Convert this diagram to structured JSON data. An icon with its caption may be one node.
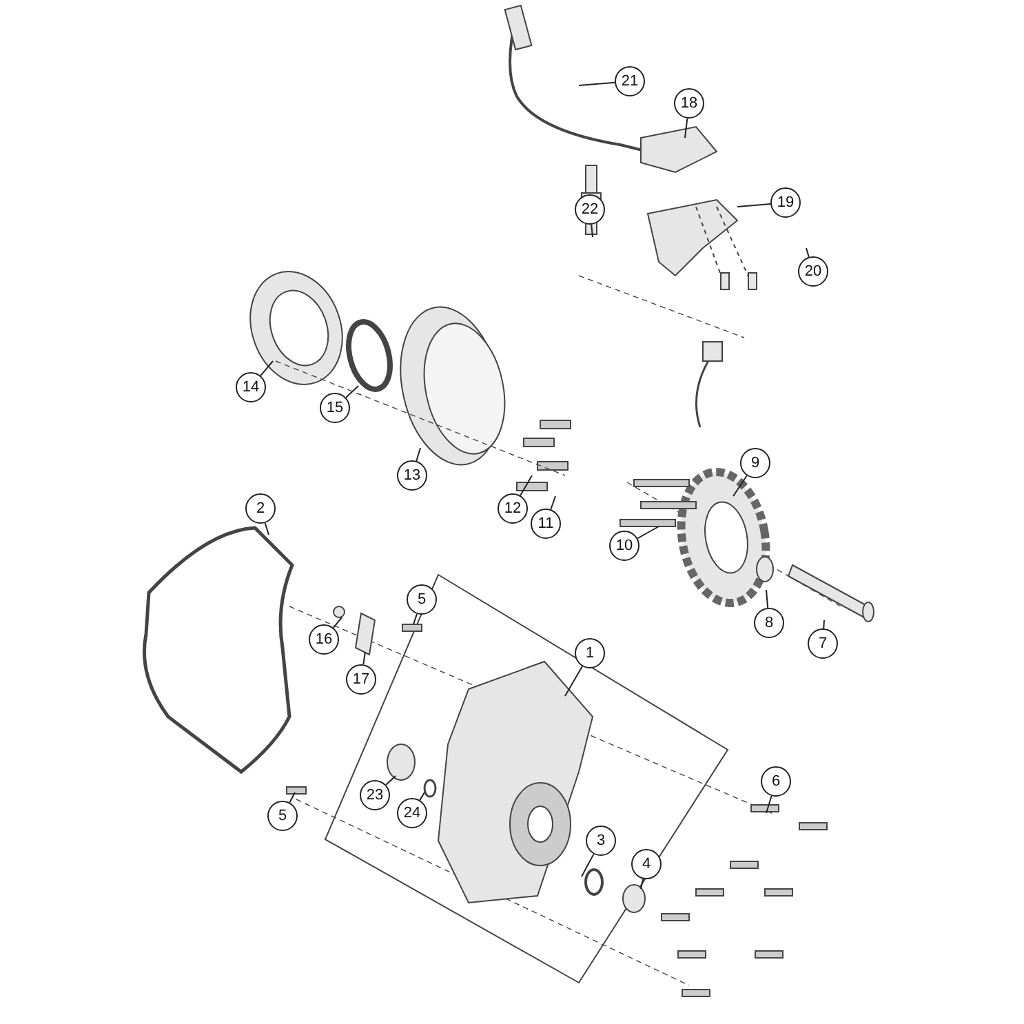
{
  "diagram": {
    "nodes": [
      {
        "text": [
          "21"
        ]
      },
      {
        "text": [
          "18"
        ]
      },
      {
        "text": [
          "19"
        ]
      },
      {
        "text": [
          "22"
        ]
      },
      {
        "text": [
          "20"
        ]
      },
      {
        "text": [
          "14"
        ]
      },
      {
        "text": [
          "15"
        ]
      },
      {
        "text": [
          "9"
        ]
      },
      {
        "text": [
          "13"
        ]
      },
      {
        "text": [
          "2"
        ]
      },
      {
        "text": [
          "12"
        ]
      },
      {
        "text": [
          "11"
        ]
      },
      {
        "text": [
          "10"
        ]
      },
      {
        "text": [
          "5"
        ]
      },
      {
        "text": [
          "8"
        ]
      },
      {
        "text": [
          "16"
        ]
      },
      {
        "text": [
          "7"
        ]
      },
      {
        "text": [
          "1"
        ]
      },
      {
        "text": [
          "17"
        ]
      },
      {
        "text": [
          "6"
        ]
      },
      {
        "text": [
          "23"
        ]
      },
      {
        "text": [
          "5"
        ]
      },
      {
        "text": [
          "24"
        ]
      },
      {
        "text": [
          "3"
        ]
      },
      {
        "text": [
          "4"
        ]
      }
    ],
    "edges": [
      {
        "from": 0,
        "to": null,
        "arrow": "none"
      },
      {
        "from": 1,
        "to": null,
        "arrow": "none"
      },
      {
        "from": 2,
        "to": null,
        "arrow": "none"
      },
      {
        "from": 3,
        "to": null,
        "arrow": "none"
      },
      {
        "from": 4,
        "to": null,
        "arrow": "none"
      },
      {
        "from": 5,
        "to": null,
        "arrow": "none"
      },
      {
        "from": 6,
        "to": null,
        "arrow": "none"
      },
      {
        "from": 7,
        "to": null,
        "arrow": "none"
      },
      {
        "from": 8,
        "to": null,
        "arrow": "none"
      },
      {
        "from": 9,
        "to": null,
        "arrow": "none"
      },
      {
        "from": 10,
        "to": null,
        "arrow": "none"
      },
      {
        "from": 11,
        "to": null,
        "arrow": "none"
      },
      {
        "from": 12,
        "to": null,
        "arrow": "none"
      },
      {
        "from": 13,
        "to": null,
        "arrow": "none"
      },
      {
        "from": 14,
        "to": null,
        "arrow": "none"
      },
      {
        "from": 15,
        "to": null,
        "arrow": "none"
      },
      {
        "from": 16,
        "to": null,
        "arrow": "none"
      },
      {
        "from": 17,
        "to": null,
        "arrow": "none"
      },
      {
        "from": 18,
        "to": null,
        "arrow": "none"
      },
      {
        "from": 19,
        "to": null,
        "arrow": "none"
      },
      {
        "from": 20,
        "to": null,
        "arrow": "none"
      },
      {
        "from": 21,
        "to": null,
        "arrow": "none"
      },
      {
        "from": 22,
        "to": null,
        "arrow": "none"
      },
      {
        "from": 23,
        "to": null,
        "arrow": "none"
      },
      {
        "from": 24,
        "to": null,
        "arrow": "none"
      }
    ]
  }
}
